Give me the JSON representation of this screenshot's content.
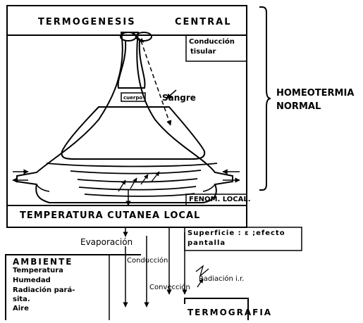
{
  "labels": {
    "termogenesis": "TERMOGENESIS",
    "central": "CENTRAL",
    "conduccion_tisular_1": "Conducción",
    "conduccion_tisular_2": "tisular",
    "sangre": "Sangre",
    "cuerpo": "cuerpo",
    "homeotermia_1": "HOMEOTERMIA",
    "homeotermia_2": "NORMAL",
    "fenom_local": "FENOM. LOCAL.",
    "temperatura_cutanea": "TEMPERATURA CUTANEA LOCAL",
    "evaporacion": "Evaporación",
    "superficie_1": "Superficie : ε ;efecto",
    "superficie_2": "pantalla",
    "ambiente": "AMBIENTE",
    "temperatura": "Temperatura",
    "humedad": "Humedad",
    "radiacion_parasita_1": "Radiación pará-",
    "radiacion_parasita_2": "sita.",
    "aire": "Aire",
    "conduccion": "Conducción",
    "radiacion_ir": "Radiación i.r.",
    "conveccion": "Convección",
    "termografia": "TERMOGRAFIA"
  }
}
